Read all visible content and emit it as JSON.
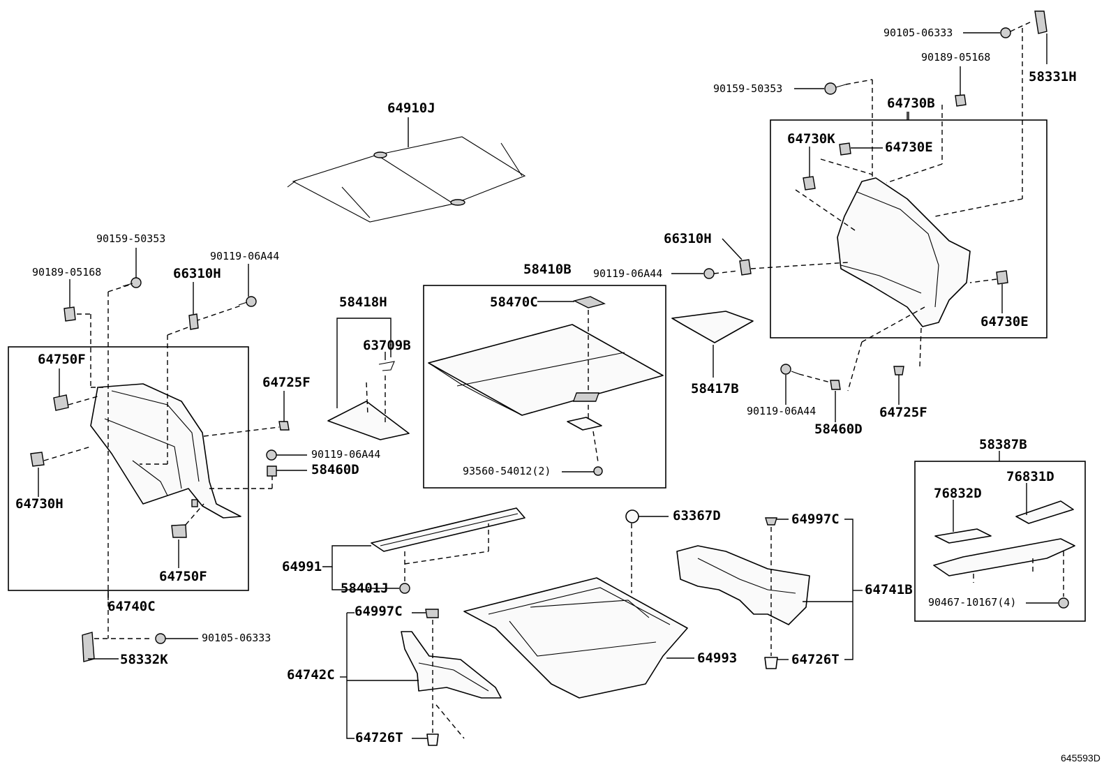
{
  "labels": {
    "p64910J": "64910J",
    "p58410B": "58410B",
    "p58470C": "58470C",
    "p93560": "93560-54012(2)",
    "p58418H": "58418H",
    "p63709B": "63709B",
    "p58417B": "58417B",
    "p66310H_r": "66310H",
    "p90119_r1": "90119-06A44",
    "p90105_tr": "90105-06333",
    "p90189_tr": "90189-05168",
    "p58331H": "58331H",
    "p90159_tr": "90159-50353",
    "p64730B": "64730B",
    "p64730K": "64730K",
    "p64730E_a": "64730E",
    "p64730E_b": "64730E",
    "p90119_r2": "90119-06A44",
    "p58460D_r": "58460D",
    "p64725F_r": "64725F",
    "p90159_l": "90159-50353",
    "p90189_l": "90189-05168",
    "p90119_l": "90119-06A44",
    "p66310H_l": "66310H",
    "p64750F_a": "64750F",
    "p64750F_b": "64750F",
    "p64725F_l": "64725F",
    "p90119_m": "90119-06A44",
    "p58460D_m": "58460D",
    "p64730H": "64730H",
    "p64740C": "64740C",
    "p90105_bl": "90105-06333",
    "p58332K": "58332K",
    "p64991": "64991",
    "p58401J": "58401J",
    "p64997C_l": "64997C",
    "p64742C": "64742C",
    "p64726T_l": "64726T",
    "p63367D": "63367D",
    "p64993": "64993",
    "p64997C_r": "64997C",
    "p64741B": "64741B",
    "p64726T_r": "64726T",
    "p58387B": "58387B",
    "p76832D": "76832D",
    "p76831D": "76831D",
    "p90467": "90467-10167(4)"
  },
  "diagram_id": "645593D"
}
